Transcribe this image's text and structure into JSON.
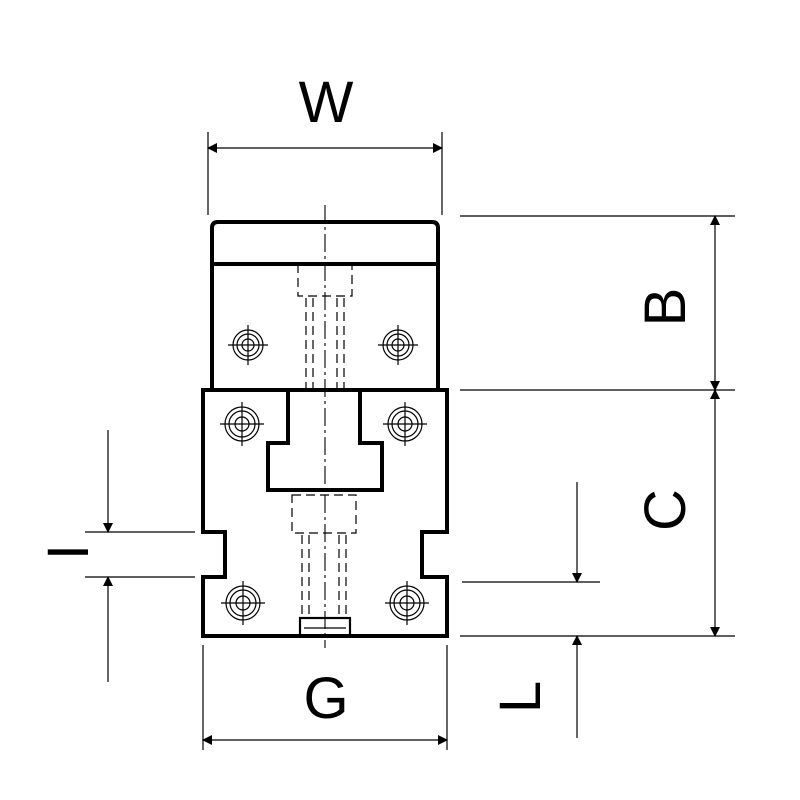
{
  "labels": {
    "width": "W",
    "height_upper": "B",
    "height_lower": "C",
    "slot_height": "I",
    "base_width": "G",
    "base_height": "L"
  }
}
